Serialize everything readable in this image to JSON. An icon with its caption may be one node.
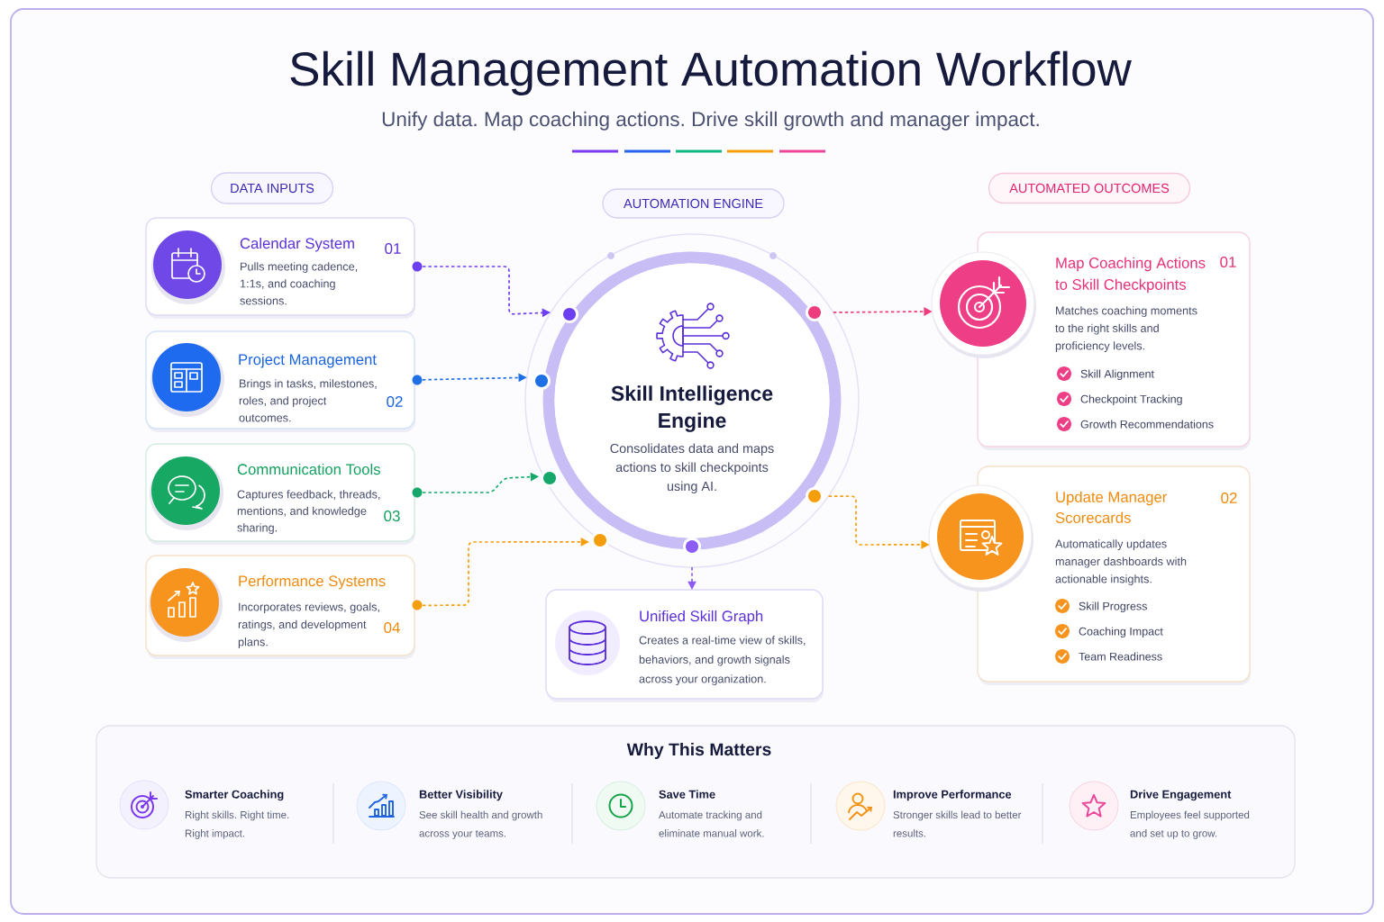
{
  "diagram": {
    "title": "Skill Management Automation Workflow",
    "nodes": [
      {
        "text": [
          "DATA INPUTS"
        ]
      },
      {
        "text": [
          "AUTOMATION ENGINE"
        ]
      },
      {
        "text": [
          "AUTOMATED OUTCOMES"
        ]
      },
      {
        "text": [
          "Calendar System",
          "Pulls meeting cadence, 1:1s, and coaching sessions.",
          "01"
        ]
      },
      {
        "text": [
          "Project Management",
          "Brings in tasks, milestones, roles, and project outcomes.",
          "02"
        ]
      },
      {
        "text": [
          "Communication Tools",
          "Captures feedback, threads, mentions, and knowledge sharing.",
          "03"
        ]
      },
      {
        "text": [
          "Performance Systems",
          "Incorporates reviews, goals, ratings, and development plans.",
          "04"
        ]
      },
      {
        "text": [
          "Skill Intelligence Engine",
          "Consolidates data and maps actions to skill checkpoints using AI."
        ]
      },
      {
        "text": [
          "Unified Skill Graph",
          "Creates a real-time view of skills, behaviors, and growth signals across your organization."
        ]
      },
      {
        "text": [],
        "shape": "circle"
      },
      {
        "text": [
          "Map Coaching Actions to Skill Checkpoints",
          "01",
          "Matches coaching moments to the right skills and proficiency levels.",
          "Skill Alignment",
          "Checkpoint Tracking",
          "Growth Recommendations"
        ]
      },
      {
        "text": [],
        "shape": "circle"
      },
      {
        "text": [
          "Update Manager Scorecards",
          "02",
          "Automatically updates manager dashboards with actionable insights.",
          "Skill Progress",
          "Coaching Impact",
          "Team Readiness"
        ]
      },
      {
        "text": [
          "Why This Matters",
          "Smarter Coaching",
          "Right skills. Right time. Right impact.",
          "Better Visibility",
          "See skill health and growth across your teams.",
          "Save Time",
          "Automate tracking and eliminate manual work.",
          "Improve Performance",
          "Stronger skills lead to better results.",
          "Drive Engagement",
          "Employees feel supported and set up to grow."
        ]
      }
    ],
    "edges": [
      {
        "from": 3,
        "to": 7,
        "arrow": "to",
        "style": "dashed",
        "color": "#6d3ff0"
      },
      {
        "from": 4,
        "to": 7,
        "arrow": "to",
        "style": "dashed",
        "color": "#1f6fe5"
      },
      {
        "from": 5,
        "to": 7,
        "arrow": "to",
        "style": "dashed",
        "color": "#16a86a"
      },
      {
        "from": 6,
        "to": 7,
        "arrow": "to",
        "style": "dashed",
        "color": "#f59e0b"
      },
      {
        "from": 7,
        "to": 9,
        "arrow": "to",
        "style": "dashed",
        "color": "#ec3d7f"
      },
      {
        "from": 7,
        "to": 11,
        "arrow": "to",
        "style": "dashed",
        "color": "#f59e0b"
      },
      {
        "from": 7,
        "to": 8,
        "arrow": "to",
        "style": "dashed",
        "color": "#8b5cf6"
      }
    ],
    "labels": [
      "Unify data. Map coaching actions. Drive skill growth and manager impact."
    ]
  }
}
